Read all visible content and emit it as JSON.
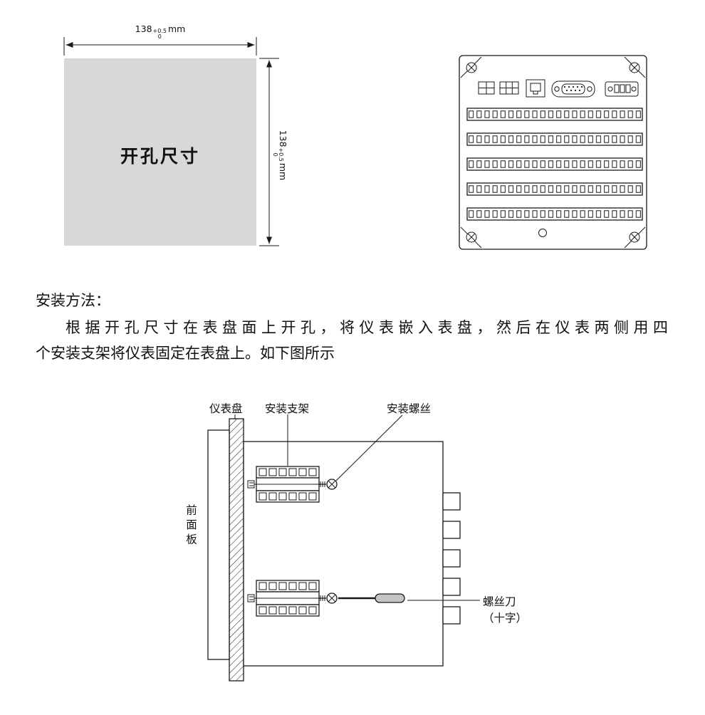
{
  "cutout": {
    "label": "开孔尺寸",
    "width_dim": {
      "value": "138",
      "tol_upper": "+0.5",
      "tol_lower": "0",
      "unit": "mm"
    },
    "height_dim": {
      "value": "138",
      "tol_upper": "+0.5",
      "tol_lower": "0",
      "unit": "mm"
    }
  },
  "instructions": {
    "heading": "安装方法：",
    "line1": "根据开孔尺寸在表盘面上开孔，将仪表嵌入表盘，然后在仪表两侧用四",
    "line2": "个安装支架将仪表固定在表盘上。如下图所示"
  },
  "install_diagram": {
    "panel_label": "仪表盘",
    "bracket_label": "安装支架",
    "screw_label": "安装螺丝",
    "front_panel_label": "前面板",
    "screwdriver_label_line1": "螺丝刀",
    "screwdriver_label_line2": "（十字）"
  },
  "colors": {
    "line": "#1a1a1a",
    "cutout_fill": "#d8d8d8",
    "screwdriver_handle": "#c4c4c4"
  }
}
